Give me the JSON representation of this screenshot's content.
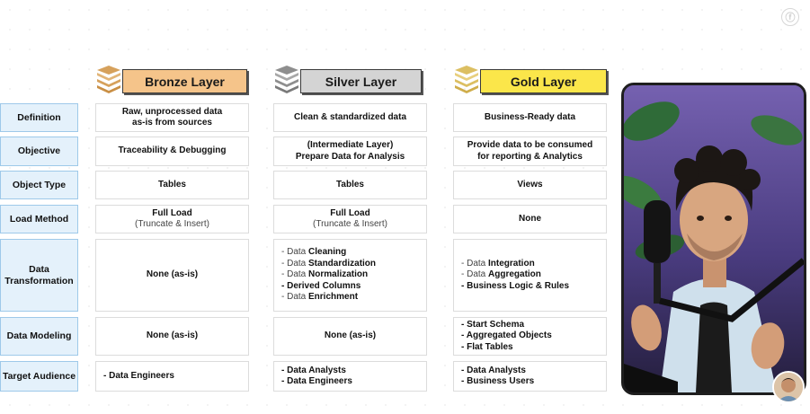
{
  "colors": {
    "bronze": "#f5c48a",
    "silver": "#d4d4d4",
    "gold": "#fbe64a",
    "row_label_bg": "#e4f1fb",
    "row_label_border": "#9ec9e9"
  },
  "icons": {
    "corner": "circular-badge-icon",
    "layer": "stacked-layers-icon",
    "presenter": "webcam-video",
    "avatar": "avatar"
  },
  "corner_badge": "ⓕ",
  "layers": [
    {
      "name": "Bronze Layer"
    },
    {
      "name": "Silver Layer"
    },
    {
      "name": "Gold Layer"
    }
  ],
  "rows": [
    {
      "label": "Definition",
      "cells": [
        [
          [
            {
              "t": "Raw, unprocessed data",
              "b": true
            }
          ],
          [
            {
              "t": "as-is from sources",
              "b": true
            }
          ]
        ],
        [
          [
            {
              "t": "Clean & standardized data",
              "b": true
            }
          ]
        ],
        [
          [
            {
              "t": "Business-Ready data",
              "b": true
            }
          ]
        ]
      ]
    },
    {
      "label": "Objective",
      "cells": [
        [
          [
            {
              "t": "Traceability & Debugging",
              "b": true
            }
          ]
        ],
        [
          [
            {
              "t": "(Intermediate Layer)",
              "b": true
            }
          ],
          [
            {
              "t": "Prepare Data for Analysis",
              "b": true
            }
          ]
        ],
        [
          [
            {
              "t": "Provide data to be consumed",
              "b": true
            }
          ],
          [
            {
              "t": "for reporting & Analytics",
              "b": true
            }
          ]
        ]
      ]
    },
    {
      "label": "Object Type",
      "cells": [
        [
          [
            {
              "t": "Tables",
              "b": true
            }
          ]
        ],
        [
          [
            {
              "t": "Tables",
              "b": true
            }
          ]
        ],
        [
          [
            {
              "t": "Views",
              "b": true
            }
          ]
        ]
      ]
    },
    {
      "label": "Load Method",
      "cells": [
        [
          [
            {
              "t": "Full Load",
              "b": true
            }
          ],
          [
            {
              "t": "(Truncate & Insert)",
              "b": false
            }
          ]
        ],
        [
          [
            {
              "t": "Full Load",
              "b": true
            }
          ],
          [
            {
              "t": "(Truncate & Insert)",
              "b": false
            }
          ]
        ],
        [
          [
            {
              "t": "None",
              "b": true
            }
          ]
        ]
      ]
    },
    {
      "label": "Data\nTransformation",
      "cells": [
        [
          [
            {
              "t": "None (as-is)",
              "b": true
            }
          ]
        ],
        [
          [
            {
              "t": "- Data ",
              "b": false
            },
            {
              "t": "Cleaning",
              "b": true
            }
          ],
          [
            {
              "t": "- Data ",
              "b": false
            },
            {
              "t": "Standardization",
              "b": true
            }
          ],
          [
            {
              "t": "- Data ",
              "b": false
            },
            {
              "t": "Normalization",
              "b": true
            }
          ],
          [
            {
              "t": "- Derived Columns",
              "b": true
            }
          ],
          [
            {
              "t": "- Data ",
              "b": false
            },
            {
              "t": "Enrichment",
              "b": true
            }
          ]
        ],
        [
          [
            {
              "t": "- Data ",
              "b": false
            },
            {
              "t": "Integration",
              "b": true
            }
          ],
          [
            {
              "t": "- Data ",
              "b": false
            },
            {
              "t": "Aggregation",
              "b": true
            }
          ],
          [
            {
              "t": "- Business Logic & Rules",
              "b": true
            }
          ]
        ]
      ]
    },
    {
      "label": "Data Modeling",
      "cells": [
        [
          [
            {
              "t": "None (as-is)",
              "b": true
            }
          ]
        ],
        [
          [
            {
              "t": "None (as-is)",
              "b": true
            }
          ]
        ],
        [
          [
            {
              "t": "- Start Schema",
              "b": true
            }
          ],
          [
            {
              "t": "- Aggregated Objects",
              "b": true
            }
          ],
          [
            {
              "t": "- Flat Tables",
              "b": true
            }
          ]
        ]
      ]
    },
    {
      "label": "Target Audience",
      "cells": [
        [
          [
            {
              "t": "- Data Engineers",
              "b": true
            }
          ]
        ],
        [
          [
            {
              "t": "- Data Analysts",
              "b": true
            }
          ],
          [
            {
              "t": "- Data Engineers",
              "b": true
            }
          ]
        ],
        [
          [
            {
              "t": "- Data Analysts",
              "b": true
            }
          ],
          [
            {
              "t": "- Business Users",
              "b": true
            }
          ]
        ]
      ]
    }
  ]
}
